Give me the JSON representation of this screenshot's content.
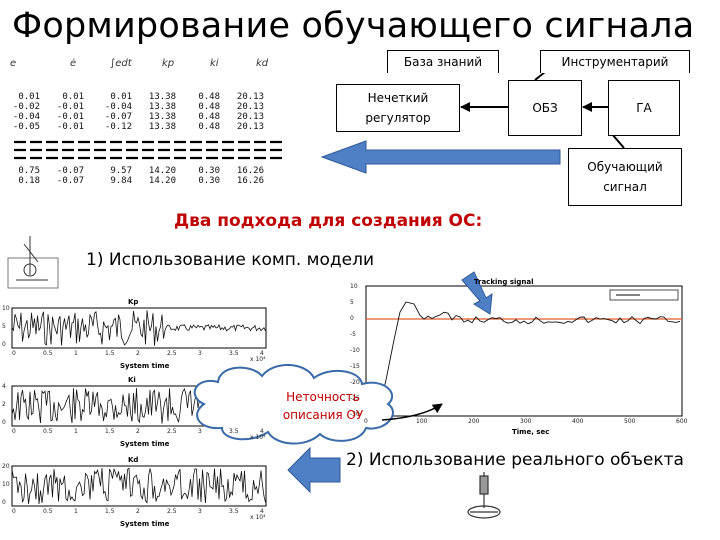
{
  "title": "Формирование обучающего сигнала",
  "diagram": {
    "knowledge_base": "База знаний",
    "toolkit": "Инструментарий",
    "fuzzy_controller": "Нечеткий регулятор",
    "obz": "ОБЗ",
    "ga": "ГА",
    "training_signal": "Обучающий сигнал"
  },
  "approaches_title": "Два подхода для создания ОС:",
  "approach_1": "1) Использование комп. модели",
  "approach_2": "2) Использование реального объекта",
  "inaccuracy_cloud": "Неточность описания ОУ",
  "table": {
    "headers": [
      "e",
      "ė",
      "∫edt",
      "kp",
      "ki",
      "kd"
    ],
    "rows_top": [
      [
        "0.01",
        "0.01",
        "0.01",
        "13.38",
        "0.48",
        "20.13"
      ],
      [
        "-0.02",
        "-0.01",
        "-0.04",
        "13.38",
        "0.48",
        "20.13"
      ],
      [
        "-0.04",
        "-0.01",
        "-0.07",
        "13.38",
        "0.48",
        "20.13"
      ],
      [
        "-0.05",
        "-0.01",
        "-0.12",
        "13.38",
        "0.48",
        "20.13"
      ]
    ],
    "rows_bottom": [
      [
        "0.75",
        "-0.07",
        "9.57",
        "14.20",
        "0.30",
        "16.26"
      ],
      [
        "0.18",
        "-0.07",
        "9.84",
        "14.20",
        "0.30",
        "16.26"
      ]
    ]
  },
  "plots": {
    "kp": {
      "title": "Kp",
      "xlabel": "System time",
      "xticks": [
        "0",
        "0.5",
        "1",
        "1.5",
        "2",
        "2.5",
        "3",
        "3.5",
        "4"
      ],
      "yticks": [
        "10",
        "5",
        "0"
      ],
      "exp": "x 10⁴"
    },
    "ki": {
      "title": "Ki",
      "xlabel": "System time",
      "xticks": [
        "0",
        "0.5",
        "1",
        "1.5",
        "2",
        "2.5",
        "3",
        "3.5",
        "4"
      ],
      "yticks": [
        "4",
        "2",
        "0"
      ],
      "exp": "x 10⁴"
    },
    "kd": {
      "title": "Kd",
      "xlabel": "System time",
      "xticks": [
        "0",
        "0.5",
        "1",
        "1.5",
        "2",
        "2.5",
        "3",
        "3.5",
        "4"
      ],
      "yticks": [
        "20",
        "10",
        "0"
      ],
      "exp": "x 10⁴"
    },
    "response": {
      "title": "Tracking signal",
      "xlabel": "Time, sec",
      "yticks": [
        "10",
        "5",
        "0",
        "-5",
        "-10",
        "-15",
        "-20",
        "-25",
        "-30"
      ],
      "xticks": [
        "0",
        "100",
        "200",
        "300",
        "400",
        "500",
        "600"
      ]
    }
  },
  "colors": {
    "arrow_blue": "#4f7fc4",
    "accent_red": "#c00000",
    "setpoint_line": "#e05a2a"
  }
}
